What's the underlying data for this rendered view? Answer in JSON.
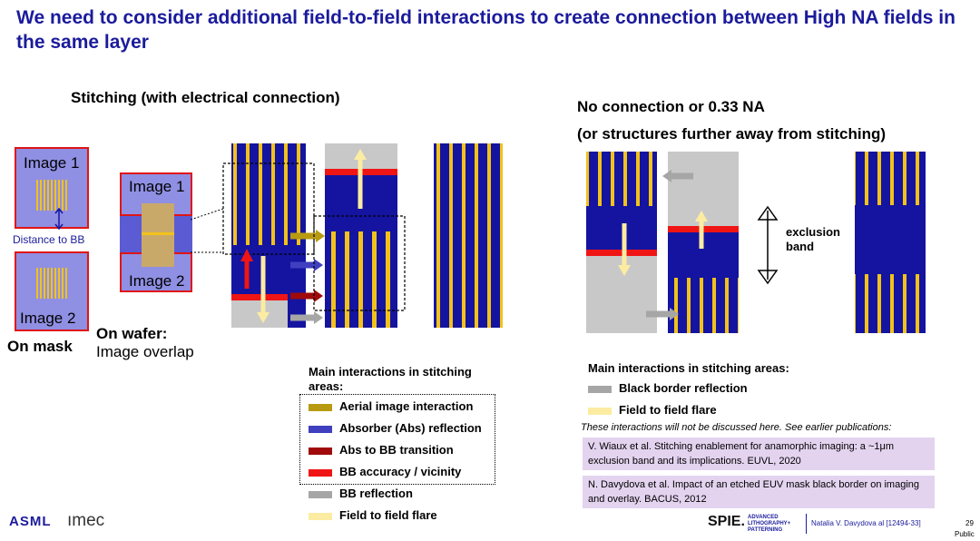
{
  "slide": {
    "title": "We need to consider additional field-to-field interactions to create connection between High NA fields in the same layer",
    "page_number": "29",
    "classification": "Public",
    "author": "Natalia V. Davydova al [12494-33]"
  },
  "left": {
    "heading": "Stitching (with electrical connection)",
    "mask": {
      "image1": "Image 1",
      "image2": "Image 2",
      "distance": "Distance to BB",
      "caption": "On mask"
    },
    "wafer": {
      "image1": "Image 1",
      "image2": "Image 2",
      "caption_bold": "On wafer:",
      "caption": "Image overlap"
    },
    "legend": {
      "heading": "Main interactions in stitching areas:",
      "items": [
        {
          "label": "Aerial image interaction",
          "color": "#b89a10"
        },
        {
          "label": "Absorber (Abs) reflection",
          "color": "#3f3fc0"
        },
        {
          "label": "Abs to BB transition",
          "color": "#a00a0a"
        },
        {
          "label": "BB  accuracy / vicinity",
          "color": "#f01515"
        },
        {
          "label": "BB reflection",
          "color": "#a6a6a6"
        },
        {
          "label": "Field to field flare",
          "color": "#fbeca2"
        }
      ]
    }
  },
  "right": {
    "heading1": "No connection or 0.33 NA",
    "heading2": "(or structures further away from stitching)",
    "exclusion": "exclusion band",
    "legend": {
      "heading": "Main interactions in stitching areas:",
      "items": [
        {
          "label": "Black border reflection",
          "color": "#a6a6a6"
        },
        {
          "label": "Field to field flare",
          "color": "#fbeca2"
        }
      ]
    },
    "note": "These interactions will not be discussed here. See earlier publications:",
    "refs": [
      "V. Wiaux et al. Stitching enablement for anamorphic imaging: a ~1μm exclusion band and its implications. EUVL, 2020",
      "N. Davydova et al. Impact of an etched EUV mask black border on imaging and overlay. BACUS, 2012"
    ]
  },
  "footer": {
    "logo1": "ASML",
    "logo2": "ımec",
    "spie": "SPIE.",
    "spie_sub1": "ADVANCED",
    "spie_sub2": "LITHOGRAPHY+",
    "spie_sub3": "PATTERNING"
  },
  "colors": {
    "title": "#1b1b9c",
    "absorber": "#1414a0",
    "line": "#f2c21b",
    "red": "#f01515",
    "gray": "#c8c8c8"
  }
}
